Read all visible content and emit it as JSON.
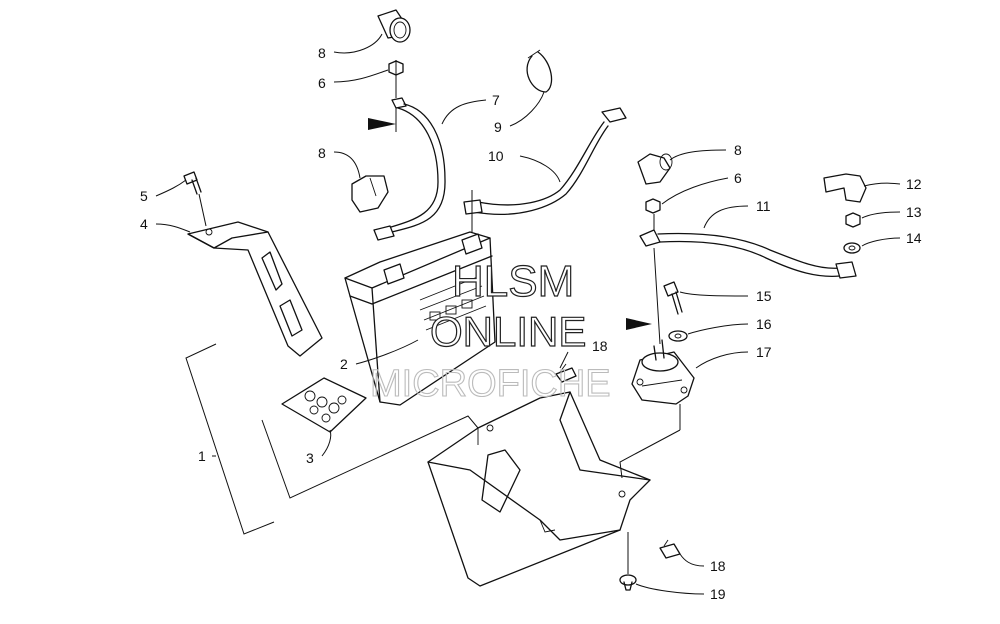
{
  "watermark": {
    "line1": "HLSM",
    "line2": "ONLINE",
    "line3": "MICROFICHE"
  },
  "callouts": [
    {
      "id": "c8a",
      "text": "8"
    },
    {
      "id": "c6a",
      "text": "6"
    },
    {
      "id": "c7",
      "text": "7"
    },
    {
      "id": "c9",
      "text": "9"
    },
    {
      "id": "c8b",
      "text": "8"
    },
    {
      "id": "c10",
      "text": "10"
    },
    {
      "id": "c5",
      "text": "5"
    },
    {
      "id": "c4",
      "text": "4"
    },
    {
      "id": "c8c",
      "text": "8"
    },
    {
      "id": "c6b",
      "text": "6"
    },
    {
      "id": "c11",
      "text": "11"
    },
    {
      "id": "c12",
      "text": "12"
    },
    {
      "id": "c13",
      "text": "13"
    },
    {
      "id": "c14",
      "text": "14"
    },
    {
      "id": "c15",
      "text": "15"
    },
    {
      "id": "c16",
      "text": "16"
    },
    {
      "id": "c17",
      "text": "17"
    },
    {
      "id": "c18a",
      "text": "18"
    },
    {
      "id": "c2",
      "text": "2"
    },
    {
      "id": "c1",
      "text": "1"
    },
    {
      "id": "c3",
      "text": "3"
    },
    {
      "id": "c18b",
      "text": "18"
    },
    {
      "id": "c19",
      "text": "19"
    }
  ]
}
